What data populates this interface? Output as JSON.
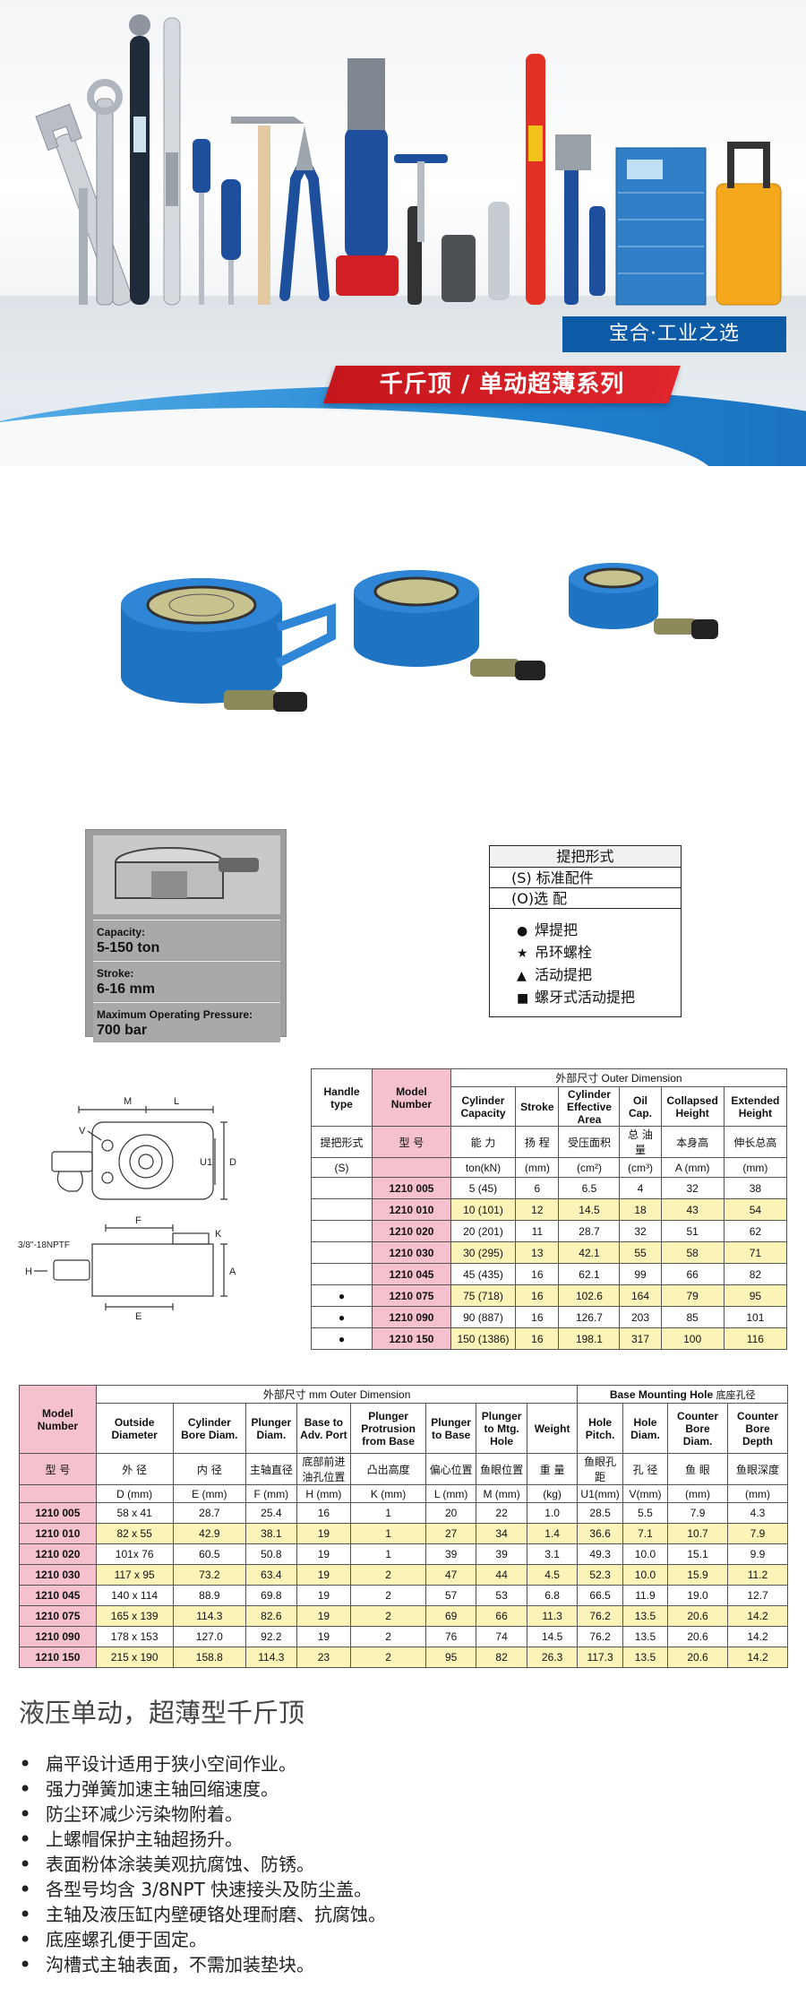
{
  "banner": {
    "series_title": "千斤顶 / 单动超薄系列",
    "slogan": "宝合·工业之选",
    "brand_blue": "#0d5aa7",
    "brand_red": "#d21f26"
  },
  "spec_card": {
    "capacity_label": "Capacity:",
    "capacity_value": "5-150 ton",
    "stroke_label": "Stroke:",
    "stroke_value": "6-16 mm",
    "pressure_label": "Maximum Operating Pressure:",
    "pressure_value": "700 bar"
  },
  "legend": {
    "header": "提把形式",
    "standard": "(S) 标准配件",
    "optional": "(O)选 配",
    "items": [
      {
        "symbol": "●",
        "label": "焊提把"
      },
      {
        "symbol": "★",
        "label": "吊环螺栓"
      },
      {
        "symbol": "▲",
        "label": "活动提把"
      },
      {
        "symbol": "■",
        "label": "螺牙式活动提把"
      }
    ]
  },
  "diagram": {
    "labels": {
      "m": "M",
      "l": "L",
      "v": "V",
      "u1": "U1",
      "d": "D",
      "port": "3/8\"-18NPTF",
      "f": "F",
      "k": "K",
      "a": "A",
      "h": "H",
      "e": "E"
    }
  },
  "table1": {
    "group_header": "外部尺寸 Outer Dimension",
    "headers": {
      "handle": "Handle type",
      "handle_cn": "提把形式",
      "handle_unit": "(S)",
      "model": "Model Number",
      "model_cn": "型 号",
      "capacity": "Cylinder Capacity",
      "capacity_cn": "能 力",
      "capacity_unit": "ton(kN)",
      "stroke": "Stroke",
      "stroke_cn": "扬 程",
      "stroke_unit": "(mm)",
      "area": "Cylinder Effective Area",
      "area_cn": "受压面积",
      "area_unit": "(cm²)",
      "oil": "Oil Cap.",
      "oil_cn": "总 油 量",
      "oil_unit": "(cm³)",
      "collapsed": "Collapsed Height",
      "collapsed_cn": "本身高",
      "collapsed_unit": "A (mm)",
      "extended": "Extended Height",
      "extended_cn": "伸长总高",
      "extended_unit": "(mm)"
    },
    "rows": [
      {
        "handle": "",
        "model": "1210 005",
        "capacity": "5 (45)",
        "stroke": "6",
        "area": "6.5",
        "oil": "4",
        "collapsed": "32",
        "extended": "38"
      },
      {
        "handle": "",
        "model": "1210 010",
        "capacity": "10 (101)",
        "stroke": "12",
        "area": "14.5",
        "oil": "18",
        "collapsed": "43",
        "extended": "54"
      },
      {
        "handle": "",
        "model": "1210 020",
        "capacity": "20 (201)",
        "stroke": "11",
        "area": "28.7",
        "oil": "32",
        "collapsed": "51",
        "extended": "62"
      },
      {
        "handle": "",
        "model": "1210 030",
        "capacity": "30 (295)",
        "stroke": "13",
        "area": "42.1",
        "oil": "55",
        "collapsed": "58",
        "extended": "71"
      },
      {
        "handle": "",
        "model": "1210 045",
        "capacity": "45 (435)",
        "stroke": "16",
        "area": "62.1",
        "oil": "99",
        "collapsed": "66",
        "extended": "82"
      },
      {
        "handle": "●",
        "model": "1210 075",
        "capacity": "75 (718)",
        "stroke": "16",
        "area": "102.6",
        "oil": "164",
        "collapsed": "79",
        "extended": "95"
      },
      {
        "handle": "●",
        "model": "1210 090",
        "capacity": "90 (887)",
        "stroke": "16",
        "area": "126.7",
        "oil": "203",
        "collapsed": "85",
        "extended": "101"
      },
      {
        "handle": "●",
        "model": "1210 150",
        "capacity": "150 (1386)",
        "stroke": "16",
        "area": "198.1",
        "oil": "317",
        "collapsed": "100",
        "extended": "116"
      }
    ]
  },
  "table2": {
    "group_outer": "外部尺寸 mm   Outer Dimension",
    "group_base": "Base Mounting Hole",
    "group_base_cn": "底座孔径",
    "headers": {
      "model": "Model Number",
      "model_cn": "型 号",
      "od": "Outside Diameter",
      "od_cn": "外 径",
      "od_unit": "D (mm)",
      "bore": "Cylinder Bore Diam.",
      "bore_cn": "内 径",
      "bore_unit": "E (mm)",
      "plunger": "Plunger Diam.",
      "plunger_cn": "主轴直径",
      "plunger_unit": "F (mm)",
      "port": "Base to Adv. Port",
      "port_cn": "底部前进油孔位置",
      "port_unit": "H (mm)",
      "protrusion": "Plunger Protrusion from Base",
      "protrusion_cn": "凸出高度",
      "protrusion_unit": "K (mm)",
      "ptb": "Plunger to Base",
      "ptb_cn": "偏心位置",
      "ptb_unit": "L (mm)",
      "mtg": "Plunger to Mtg. Hole",
      "mtg_cn": "鱼眼位置",
      "mtg_unit": "M (mm)",
      "weight": "Weight",
      "weight_cn": "重 量",
      "weight_unit": "(kg)",
      "pitch": "Hole Pitch.",
      "pitch_cn": "鱼眼孔距",
      "pitch_unit": "U1(mm)",
      "hole": "Hole Diam.",
      "hole_cn": "孔 径",
      "hole_unit": "V(mm)",
      "cbd": "Counter Bore Diam.",
      "cbd_cn": "鱼 眼",
      "cbd_unit": "(mm)",
      "cbdepth": "Counter Bore Depth",
      "cbdepth_cn": "鱼眼深度",
      "cbdepth_unit": "(mm)"
    },
    "rows": [
      {
        "model": "1210 005",
        "od": "58 x 41",
        "bore": "28.7",
        "plunger": "25.4",
        "port": "16",
        "protrusion": "1",
        "ptb": "20",
        "mtg": "22",
        "weight": "1.0",
        "pitch": "28.5",
        "hole": "5.5",
        "cbd": "7.9",
        "cbdepth": "4.3"
      },
      {
        "model": "1210 010",
        "od": "82 x 55",
        "bore": "42.9",
        "plunger": "38.1",
        "port": "19",
        "protrusion": "1",
        "ptb": "27",
        "mtg": "34",
        "weight": "1.4",
        "pitch": "36.6",
        "hole": "7.1",
        "cbd": "10.7",
        "cbdepth": "7.9"
      },
      {
        "model": "1210 020",
        "od": "101x 76",
        "bore": "60.5",
        "plunger": "50.8",
        "port": "19",
        "protrusion": "1",
        "ptb": "39",
        "mtg": "39",
        "weight": "3.1",
        "pitch": "49.3",
        "hole": "10.0",
        "cbd": "15.1",
        "cbdepth": "9.9"
      },
      {
        "model": "1210 030",
        "od": "117 x 95",
        "bore": "73.2",
        "plunger": "63.4",
        "port": "19",
        "protrusion": "2",
        "ptb": "47",
        "mtg": "44",
        "weight": "4.5",
        "pitch": "52.3",
        "hole": "10.0",
        "cbd": "15.9",
        "cbdepth": "11.2"
      },
      {
        "model": "1210 045",
        "od": "140 x 114",
        "bore": "88.9",
        "plunger": "69.8",
        "port": "19",
        "protrusion": "2",
        "ptb": "57",
        "mtg": "53",
        "weight": "6.8",
        "pitch": "66.5",
        "hole": "11.9",
        "cbd": "19.0",
        "cbdepth": "12.7"
      },
      {
        "model": "1210 075",
        "od": "165 x 139",
        "bore": "114.3",
        "plunger": "82.6",
        "port": "19",
        "protrusion": "2",
        "ptb": "69",
        "mtg": "66",
        "weight": "11.3",
        "pitch": "76.2",
        "hole": "13.5",
        "cbd": "20.6",
        "cbdepth": "14.2"
      },
      {
        "model": "1210 090",
        "od": "178 x 153",
        "bore": "127.0",
        "plunger": "92.2",
        "port": "19",
        "protrusion": "2",
        "ptb": "76",
        "mtg": "74",
        "weight": "14.5",
        "pitch": "76.2",
        "hole": "13.5",
        "cbd": "20.6",
        "cbdepth": "14.2"
      },
      {
        "model": "1210 150",
        "od": "215 x 190",
        "bore": "158.8",
        "plunger": "114.3",
        "port": "23",
        "protrusion": "2",
        "ptb": "95",
        "mtg": "82",
        "weight": "26.3",
        "pitch": "117.3",
        "hole": "13.5",
        "cbd": "20.6",
        "cbdepth": "14.2"
      }
    ]
  },
  "section": {
    "title": "液压单动，超薄型千斤顶",
    "features": [
      "扁平设计适用于狭小空间作业。",
      "强力弹簧加速主轴回缩速度。",
      "防尘环减少污染物附着。",
      "上螺帽保护主轴超扬升。",
      "表面粉体涂装美观抗腐蚀、防锈。",
      "各型号均含 3/8NPT 快速接头及防尘盖。",
      "主轴及液压缸内壁硬铬处理耐磨、抗腐蚀。",
      "底座螺孔便于固定。",
      "沟槽式主轴表面，不需加装垫块。"
    ]
  }
}
